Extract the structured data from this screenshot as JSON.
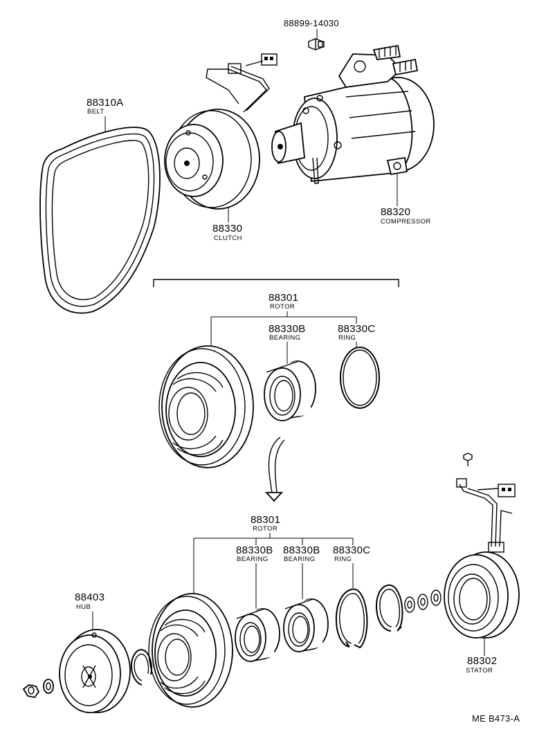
{
  "diagram_code": "ME B473-A",
  "parts": {
    "bolt_top": {
      "number": "88899-14030"
    },
    "belt": {
      "number": "88310A",
      "name": "BELT"
    },
    "clutch": {
      "number": "88330",
      "name": "CLUTCH"
    },
    "compressor": {
      "number": "88320",
      "name": "COMPRESSOR"
    },
    "rotor_upper": {
      "number": "88301",
      "name": "ROTOR"
    },
    "bearing_upper": {
      "number": "88330B",
      "name": "BEARING"
    },
    "ring_upper": {
      "number": "88330C",
      "name": "RING"
    },
    "rotor_lower": {
      "number": "88301",
      "name": "ROTOR"
    },
    "bearing_lower_1": {
      "number": "88330B",
      "name": "BEARING"
    },
    "bearing_lower_2": {
      "number": "88330B",
      "name": "BEARING"
    },
    "ring_lower": {
      "number": "88330C",
      "name": "RING"
    },
    "hub": {
      "number": "88403",
      "name": "HUB"
    },
    "stator": {
      "number": "88302",
      "name": "STATOR"
    }
  }
}
